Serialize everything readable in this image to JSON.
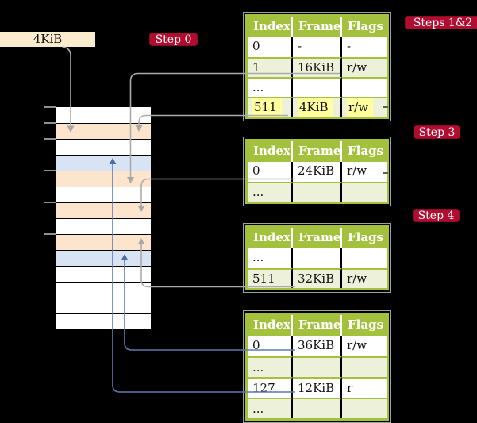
{
  "address_box": {
    "label": "4KiB"
  },
  "step_labels": {
    "step0": "Step 0",
    "steps12": "Steps 1&2",
    "step3": "Step 3",
    "step4": "Step 4"
  },
  "colors": {
    "background": "#000000",
    "step_badge": "#b10d31",
    "table_header_green": "#a4c13e",
    "table_row_alt_green": "#edf1da",
    "highlight_yellow": "#ffff9e",
    "memory_page_table_frame": "#fde5cd",
    "memory_mapped_frame": "#d8e4f4",
    "memory_free_frame": "#ffffff",
    "address_box_cream": "#fbeccd",
    "connector_gray": "#ababab",
    "connector_blue": "#5b7cb0"
  },
  "memory": {
    "rows": [
      {
        "kind": "free"
      },
      {
        "kind": "pagetable"
      },
      {
        "kind": "free"
      },
      {
        "kind": "mapped"
      },
      {
        "kind": "pagetable"
      },
      {
        "kind": "free"
      },
      {
        "kind": "pagetable"
      },
      {
        "kind": "free"
      },
      {
        "kind": "pagetable"
      },
      {
        "kind": "mapped"
      },
      {
        "kind": "free"
      },
      {
        "kind": "free"
      },
      {
        "kind": "free"
      },
      {
        "kind": "free"
      }
    ]
  },
  "tables": [
    {
      "name": "page-table-steps-1-2",
      "headers": [
        "Index",
        "Frame",
        "Flags"
      ],
      "rows": [
        {
          "cells": [
            "0",
            "-",
            "-"
          ]
        },
        {
          "cells": [
            "1",
            "16KiB",
            "r/w"
          ]
        },
        {
          "cells": [
            "...",
            "",
            ""
          ]
        },
        {
          "cells": [
            "511",
            "4KiB",
            "r/w"
          ],
          "highlighted": true
        }
      ]
    },
    {
      "name": "page-table-step-3",
      "headers": [
        "Index",
        "Frame",
        "Flags"
      ],
      "rows": [
        {
          "cells": [
            "0",
            "24KiB",
            "r/w"
          ]
        },
        {
          "cells": [
            "...",
            "",
            ""
          ]
        }
      ]
    },
    {
      "name": "page-table-step-4",
      "headers": [
        "Index",
        "Frame",
        "Flags"
      ],
      "rows": [
        {
          "cells": [
            "...",
            "",
            ""
          ]
        },
        {
          "cells": [
            "511",
            "32KiB",
            "r/w"
          ]
        }
      ]
    },
    {
      "name": "page-table-final",
      "headers": [
        "Index",
        "Frame",
        "Flags"
      ],
      "rows": [
        {
          "cells": [
            "0",
            "36KiB",
            "r/w"
          ]
        },
        {
          "cells": [
            "...",
            "",
            ""
          ]
        },
        {
          "cells": [
            "127",
            "12KiB",
            "r"
          ]
        },
        {
          "cells": [
            "...",
            "",
            ""
          ]
        }
      ]
    }
  ]
}
